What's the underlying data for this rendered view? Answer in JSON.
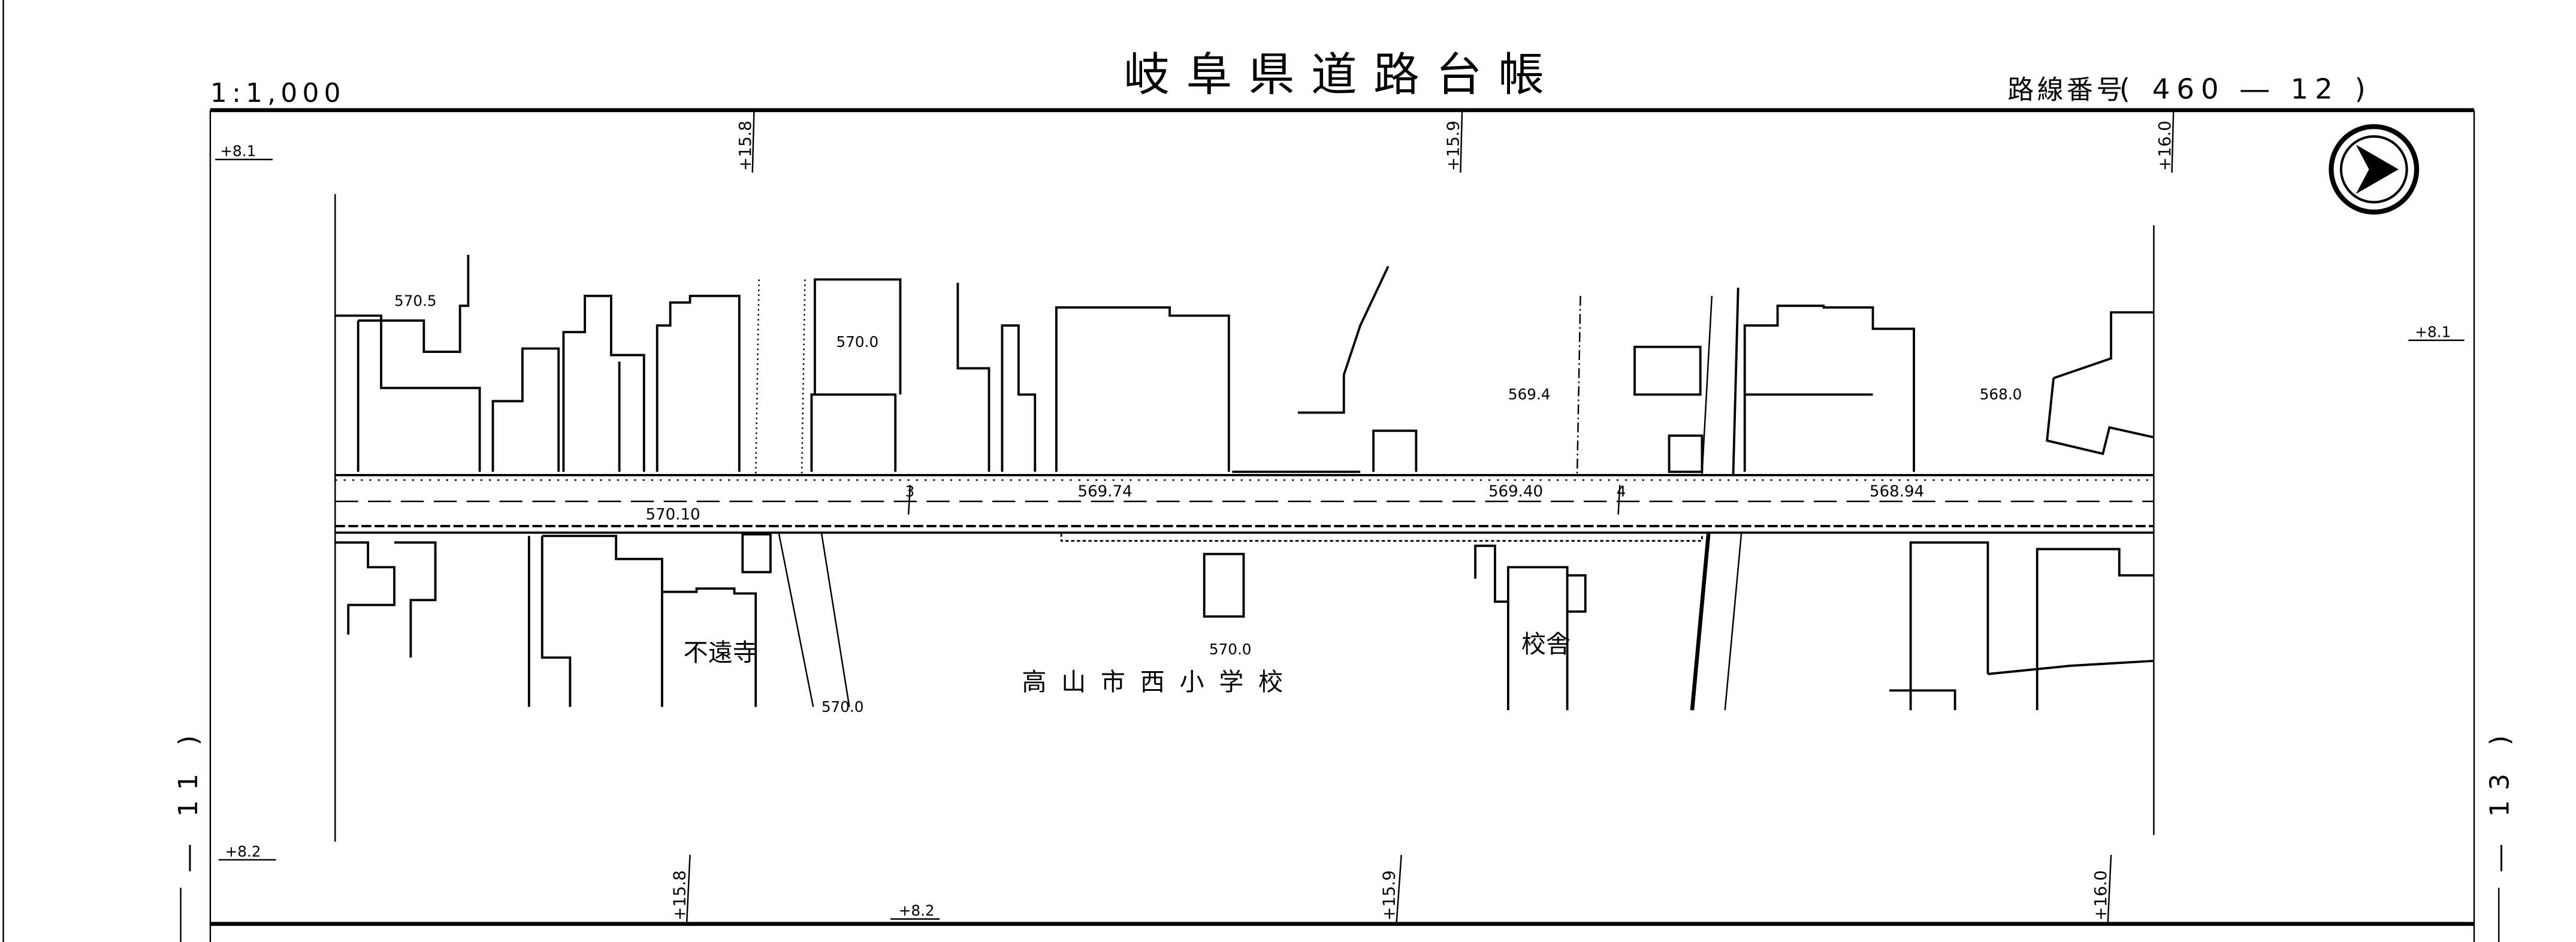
{
  "header": {
    "scale": "1:1,000",
    "title": "岐阜県道路台帳",
    "route_label": "路線番号",
    "route_number": "( 460 ― 12 )"
  },
  "sheet_links": {
    "left": "― 11 )",
    "right": "― 13 )"
  },
  "stations": {
    "top": [
      "+15.8",
      "+15.9",
      "+16.0"
    ],
    "bottom": [
      "+15.8",
      "+15.9",
      "+16.0"
    ],
    "offsets": {
      "top_left": "+8.1",
      "right": "+8.1",
      "bottom_left": "+8.2",
      "bottom_mid": "+8.2"
    }
  },
  "elevations": {
    "spot": [
      "570.5",
      "570.0",
      "569.4",
      "568.0",
      "570.0",
      "570.0"
    ],
    "road": [
      "570.10",
      "569.74",
      "569.40",
      "568.94"
    ]
  },
  "markers": [
    "3",
    "4"
  ],
  "places": {
    "temple": "不遠寺",
    "school": "高山市西小学校",
    "school_building": "校舎"
  },
  "north_arrow_icon": "north-arrow-icon"
}
